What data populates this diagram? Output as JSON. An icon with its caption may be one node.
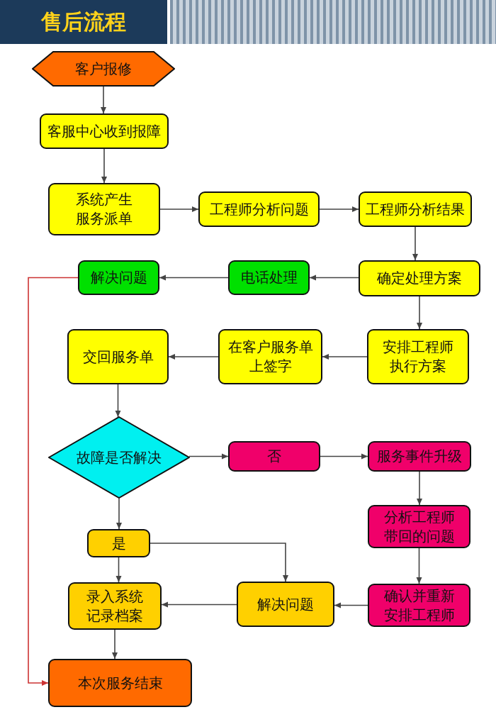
{
  "diagram": {
    "title": "售后流程",
    "nodes": [
      {
        "text": [
          "客户报修"
        ]
      },
      {
        "text": [
          "客服中心收到报障"
        ]
      },
      {
        "text": [
          "系统产生服务派单"
        ]
      },
      {
        "text": [
          "工程师分析问题"
        ]
      },
      {
        "text": [
          "工程师分析结果"
        ]
      },
      {
        "text": [
          "确定处理方案"
        ]
      },
      {
        "text": [
          "电话处理"
        ]
      },
      {
        "text": [
          "解决问题"
        ]
      },
      {
        "text": [
          "安排工程师执行方案"
        ]
      },
      {
        "text": [
          "在客户服务单上签字"
        ]
      },
      {
        "text": [
          "交回服务单"
        ]
      },
      {
        "text": [
          "故障是否解决"
        ]
      },
      {
        "text": [
          "否"
        ]
      },
      {
        "text": [
          "服务事件升级"
        ]
      },
      {
        "text": [
          "分析工程师带回的问题"
        ]
      },
      {
        "text": [
          "确认并重新安排工程师"
        ]
      },
      {
        "text": [
          "是"
        ]
      },
      {
        "text": [
          "录入系统记录档案"
        ]
      },
      {
        "text": [
          "解决问题"
        ]
      },
      {
        "text": [
          "本次服务结束"
        ]
      }
    ],
    "edges": [
      {
        "from": 0,
        "to": 1,
        "arrow": "to"
      },
      {
        "from": 1,
        "to": 2,
        "arrow": "to"
      },
      {
        "from": 2,
        "to": 3,
        "arrow": "to"
      },
      {
        "from": 3,
        "to": 4,
        "arrow": "to"
      },
      {
        "from": 4,
        "to": 5,
        "arrow": "to"
      },
      {
        "from": 5,
        "to": 6,
        "arrow": "to"
      },
      {
        "from": 6,
        "to": 7,
        "arrow": "to"
      },
      {
        "from": 5,
        "to": 8,
        "arrow": "to"
      },
      {
        "from": 8,
        "to": 9,
        "arrow": "to"
      },
      {
        "from": 9,
        "to": 10,
        "arrow": "to"
      },
      {
        "from": 10,
        "to": 11,
        "arrow": "to"
      },
      {
        "from": 11,
        "to": 12,
        "arrow": "to"
      },
      {
        "from": 12,
        "to": 13,
        "arrow": "to"
      },
      {
        "from": 13,
        "to": 14,
        "arrow": "to"
      },
      {
        "from": 14,
        "to": 15,
        "arrow": "to"
      },
      {
        "from": 15,
        "to": 18,
        "arrow": "to"
      },
      {
        "from": 18,
        "to": 17,
        "arrow": "to"
      },
      {
        "from": 11,
        "to": 16,
        "arrow": "to"
      },
      {
        "from": 16,
        "to": 17,
        "arrow": "to"
      },
      {
        "from": 16,
        "to": 18,
        "arrow": "to"
      },
      {
        "from": 17,
        "to": 19,
        "arrow": "to"
      },
      {
        "from": 7,
        "to": 19,
        "arrow": "to",
        "color": "#cc3333"
      }
    ]
  }
}
